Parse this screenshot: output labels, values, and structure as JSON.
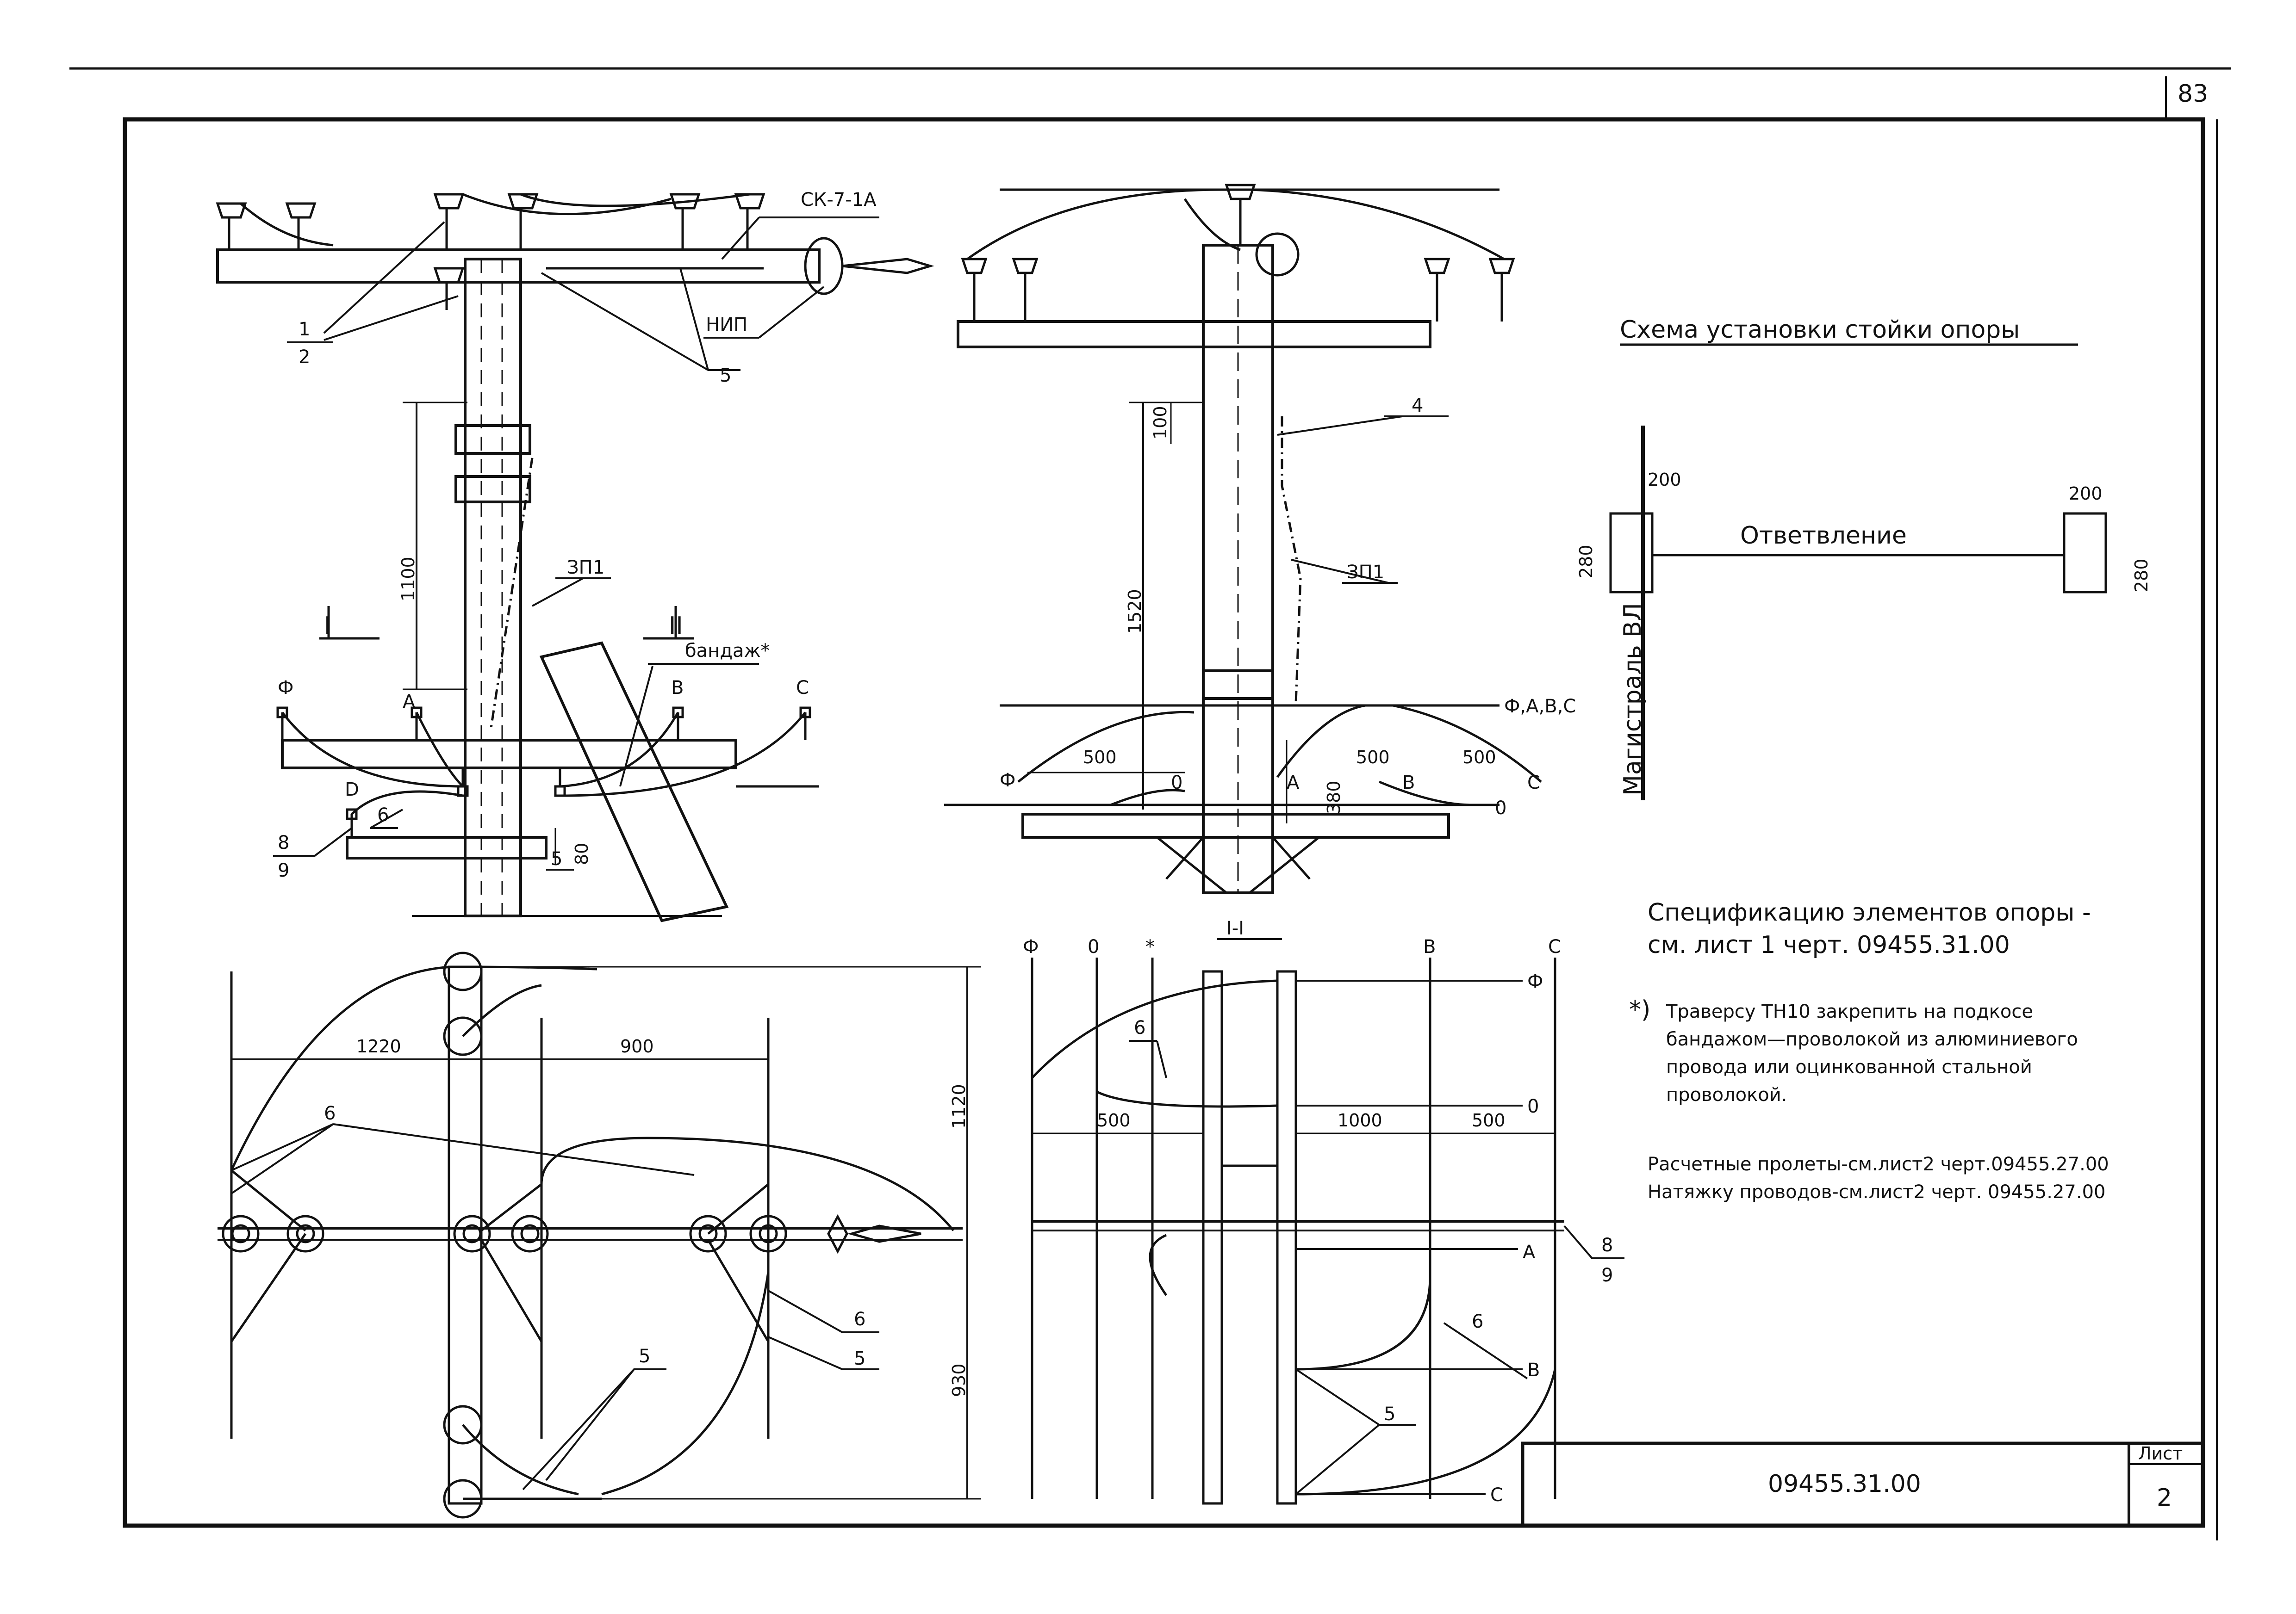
{
  "page_number": "83",
  "sheet_heading": "Схема установки стойки опоры",
  "branch_label": "Ответвление",
  "main_line_label": "Магистраль ВЛ",
  "spec_note": {
    "line1": "Спецификацию элементов опоры -",
    "line2": "см. лист 1 черт. 09455.31.00"
  },
  "asterisk_note": {
    "mark": "*)",
    "line1": "Траверсу ТН10 закрепить на подкосе",
    "line2": "бандажом—проволокой из алюминиевого",
    "line3": "провода или оцинкованной стальной",
    "line4": "проволокой."
  },
  "ref_note": {
    "line1": "Расчетные пролеты-см.лист2 черт.09455.27.00",
    "line2": "Натяжку проводов-см.лист2 черт. 09455.27.00"
  },
  "title_block": {
    "drawing_number": "09455.31.00",
    "sheet_label": "Лист",
    "sheet_number": "2"
  },
  "callouts": {
    "sk": "СК-7-1А",
    "nip": "НИП",
    "zp1_left": "ЗП1",
    "zp1_right": "ЗП1",
    "bandage": "бандаж*",
    "section_1": "I",
    "section_2": "II",
    "section_view": "I-I",
    "n1": "1",
    "n2": "2",
    "n4": "4",
    "n5": "5",
    "n6": "6",
    "n8": "8",
    "n9": "9"
  },
  "phases": {
    "phi": "Ф",
    "zero": "0",
    "a": "А",
    "b": "В",
    "c": "С",
    "d": "D",
    "star": "*",
    "combined": "Ф,А,В,С"
  },
  "dimensions": {
    "d1100": "1100",
    "d1520": "1520",
    "d100": "100",
    "d80": "80",
    "d500": "500",
    "d380": "380",
    "d1220": "1220",
    "d900": "900",
    "d1120": "1120",
    "d930": "930",
    "d1000": "1000",
    "d200": "200",
    "d280": "280"
  }
}
